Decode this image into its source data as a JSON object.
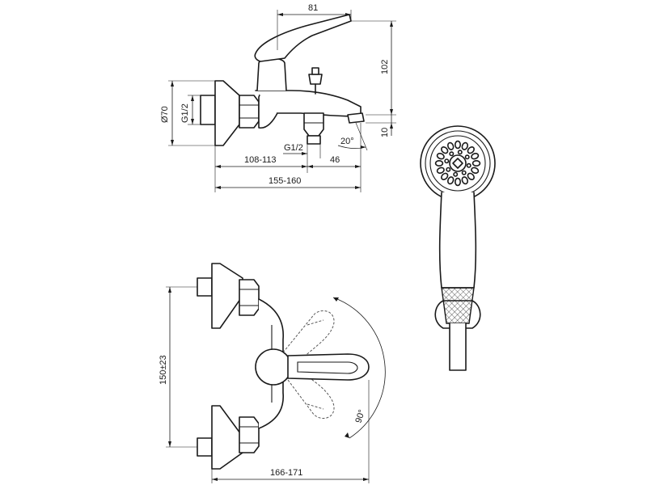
{
  "dimensions": {
    "spout_length": "81",
    "height": "102",
    "diameter": "Ø70",
    "inlet_thread": "G1/2",
    "outlet_thread": "G1/2",
    "spout_drop": "10",
    "spout_angle": "20°",
    "wall_to_outlet": "108-113",
    "outlet_to_spout": "46",
    "overall_depth": "155-160",
    "inlet_spacing": "150±23",
    "overall_width": "166-171",
    "lever_rotation": "90°"
  }
}
